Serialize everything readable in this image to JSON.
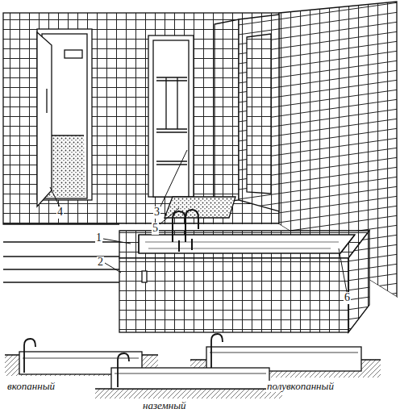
{
  "diagram": {
    "labels": [
      "1",
      "2",
      "3",
      "4",
      "5",
      "6",
      "вкопанный",
      "полувкопанный",
      "наземный"
    ]
  }
}
